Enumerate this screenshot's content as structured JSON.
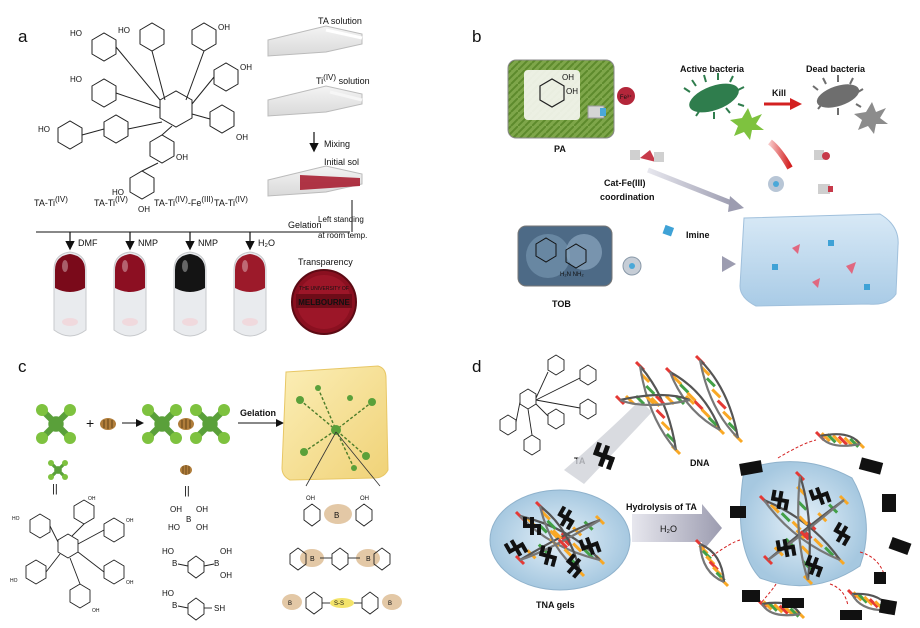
{
  "panel_a": {
    "letter": "a",
    "ta_solution": "TA solution",
    "ti_solution_pre": "Ti",
    "ti_solution_sup": "(IV)",
    "ti_solution_post": " solution",
    "mixing": "Mixing",
    "initial_sol": "Initial sol",
    "gelation": "Gelation",
    "left_standing_1": "Left standing",
    "left_standing_2": "at room temp.",
    "transparency": "Transparency",
    "logo_text_small": "THE UNIVERSITY OF",
    "logo_text": "MELBOURNE",
    "samples": [
      {
        "pre": "TA-Ti",
        "sup": "(IV)",
        "post": "",
        "sup2": "",
        "solvent": "DMF",
        "color": "#7a0a1a"
      },
      {
        "pre": "TA-Ti",
        "sup": "(IV)",
        "post": "",
        "sup2": "",
        "solvent": "NMP",
        "color": "#8c0f22"
      },
      {
        "pre": "TA-Ti",
        "sup": "(IV)",
        "post": "-Fe",
        "sup2": "(III)",
        "solvent": "NMP",
        "color": "#141414"
      },
      {
        "pre": "TA-Ti",
        "sup": "(IV)",
        "post": "",
        "sup2": "",
        "solvent": "H₂O",
        "color": "#9c1a2a"
      }
    ]
  },
  "panel_b": {
    "letter": "b",
    "pa": "PA",
    "fe_ion": "Fe³⁺",
    "active_bacteria": "Active bacteria",
    "dead_bacteria": "Dead bacteria",
    "kill": "Kill",
    "cat_fe_1": "Cat-Fe(III)",
    "cat_fe_2": "coordination",
    "imine": "Imine",
    "tob": "TOB"
  },
  "panel_c": {
    "letter": "c",
    "plus": "+",
    "gelation": "Gelation",
    "equals_1": "||",
    "equals_2": "||",
    "boronic_oh": "OH",
    "boronic_ho": "HO",
    "boronic_b": "B",
    "sh": "SH",
    "ss": "S-S"
  },
  "panel_d": {
    "letter": "d",
    "ta": "TA",
    "dna": "DNA",
    "hydrolysis": "Hydrolysis of TA",
    "water": "H₂O",
    "tna_gels": "TNA gels"
  },
  "colors": {
    "blood_red": "#8c0f22",
    "green_star": "#5aa03a",
    "gel_blue": "#b7d7ef",
    "gel_yellow": "#f5dc84",
    "kill_arrow": "#d32020"
  }
}
